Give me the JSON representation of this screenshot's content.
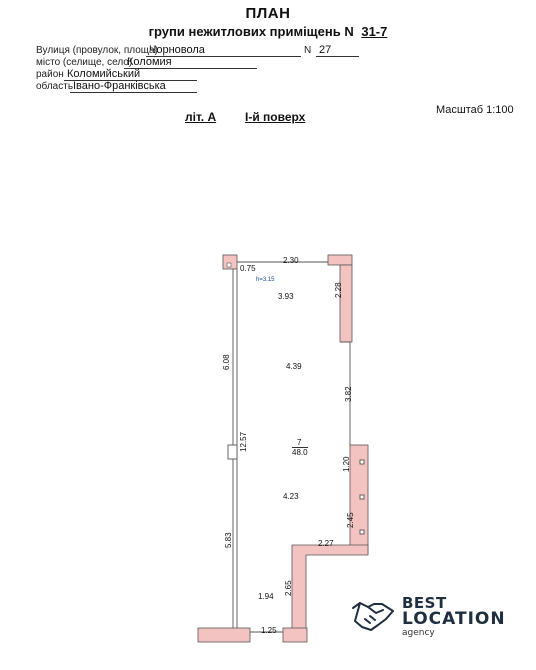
{
  "header": {
    "title": "ПЛАН",
    "subtitle": "групи нежитлових приміщень  N",
    "group_number": "31-7"
  },
  "address": {
    "street_label": "Вулиця (провулок, площа)",
    "street_value": "Чорновола",
    "number_label": "N",
    "number_value": "27",
    "city_label": "місто (селище, село)",
    "city_value": "Коломия",
    "district_label": "район",
    "district_value": "Коломийський",
    "region_label": "область",
    "region_value": "Івано-Франківська"
  },
  "scale": "Масштаб 1:100",
  "letter": "літ. А",
  "floor": "І-й поверх",
  "plan": {
    "dimensions": {
      "top_width": "2.30",
      "corner_small": "0.75",
      "height_note": "h=3.15",
      "right_upper": "2.28",
      "area_1": "3.93",
      "left_upper": "6.08",
      "area_2": "4.39",
      "right_mid": "3.82",
      "left_total": "12.57",
      "room_number": "7",
      "room_area": "48.0",
      "right_door": "1.20",
      "area_3": "4.23",
      "right_lower": "2.45",
      "left_lower": "5.83",
      "step_width": "2.27",
      "step_height": "2.65",
      "area_4": "1.94",
      "bottom_width": "1.25"
    },
    "wall_color": "#f2c3c0",
    "line_color": "#555555"
  },
  "logo": {
    "line1": "BEST",
    "line2": "LOCATION",
    "line3": "agency",
    "icon": "handshake-icon",
    "color": "#1f2f3f"
  }
}
